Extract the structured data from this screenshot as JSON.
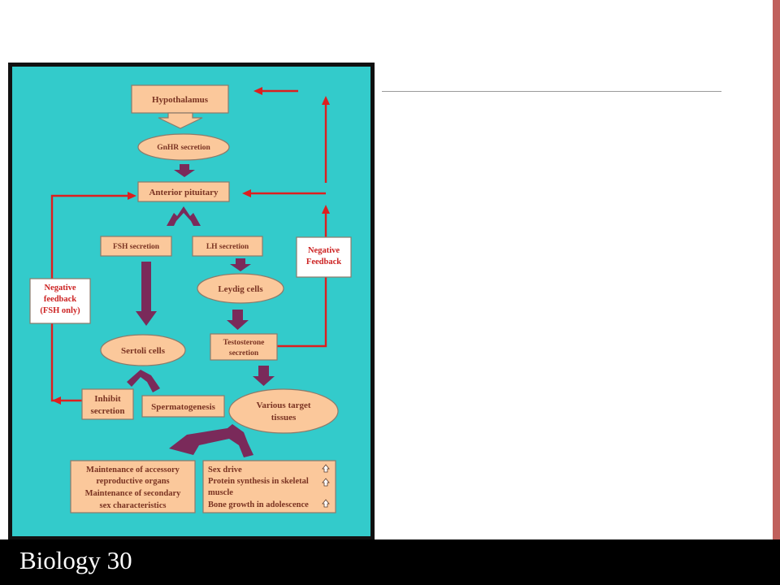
{
  "footer": {
    "label": "Biology 30"
  },
  "diagram": {
    "hypothalamus": "Hypothalamus",
    "gnhr": "GnHR secretion",
    "anterior_pituitary": "Anterior pituitary",
    "fsh": "FSH secretion",
    "lh": "LH secretion",
    "leydig": "Leydig cells",
    "sertoli": "Sertoli cells",
    "testosterone_line1": "Testosterone",
    "testosterone_line2": "secretion",
    "inhibit_line1": "Inhibit",
    "inhibit_line2": "secretion",
    "spermatogenesis": "Spermatogenesis",
    "targets_line1": "Various target",
    "targets_line2": "tissues",
    "neg_fsh_line1": "Negative",
    "neg_fsh_line2": "feedback",
    "neg_fsh_line3": "(FSH only)",
    "neg_line1": "Negative",
    "neg_line2": "Feedback",
    "accessory_lines": [
      "Maintenance of accessory",
      "reproductive organs",
      "Maintenance of secondary",
      "sex characteristics"
    ],
    "effects_lines": [
      "Sex drive",
      "Protein synthesis in skeletal",
      "muscle",
      "Bone growth in adolescence"
    ]
  }
}
